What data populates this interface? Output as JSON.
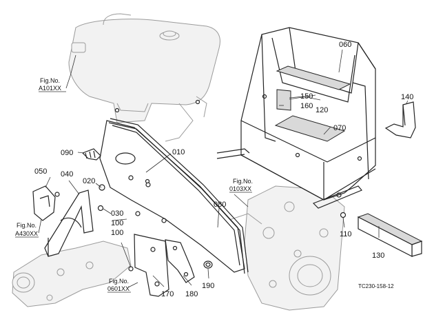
{
  "parts": {
    "p010": "010",
    "p020": "020",
    "p030": "030",
    "p040": "040",
    "p050": "050",
    "p060": "060",
    "p070": "070",
    "p080": "080",
    "p090": "090",
    "p100a": "100",
    "p100b": "100",
    "p110": "110",
    "p120": "120",
    "p130": "130",
    "p140": "140",
    "p150": "150",
    "p160": "160",
    "p170": "170",
    "p180": "180",
    "p190": "190"
  },
  "refs": {
    "a101": {
      "line1": "Fig.No.",
      "line2": "A101XX"
    },
    "o103": {
      "line1": "Fig.No.",
      "line2": "0103XX"
    },
    "a430": {
      "line1": "Fig.No.",
      "line2": "A430XX"
    },
    "o601": {
      "line1": "Fig.No.",
      "line2": "0601XX"
    }
  },
  "drawing_code": "TC230-158-12"
}
